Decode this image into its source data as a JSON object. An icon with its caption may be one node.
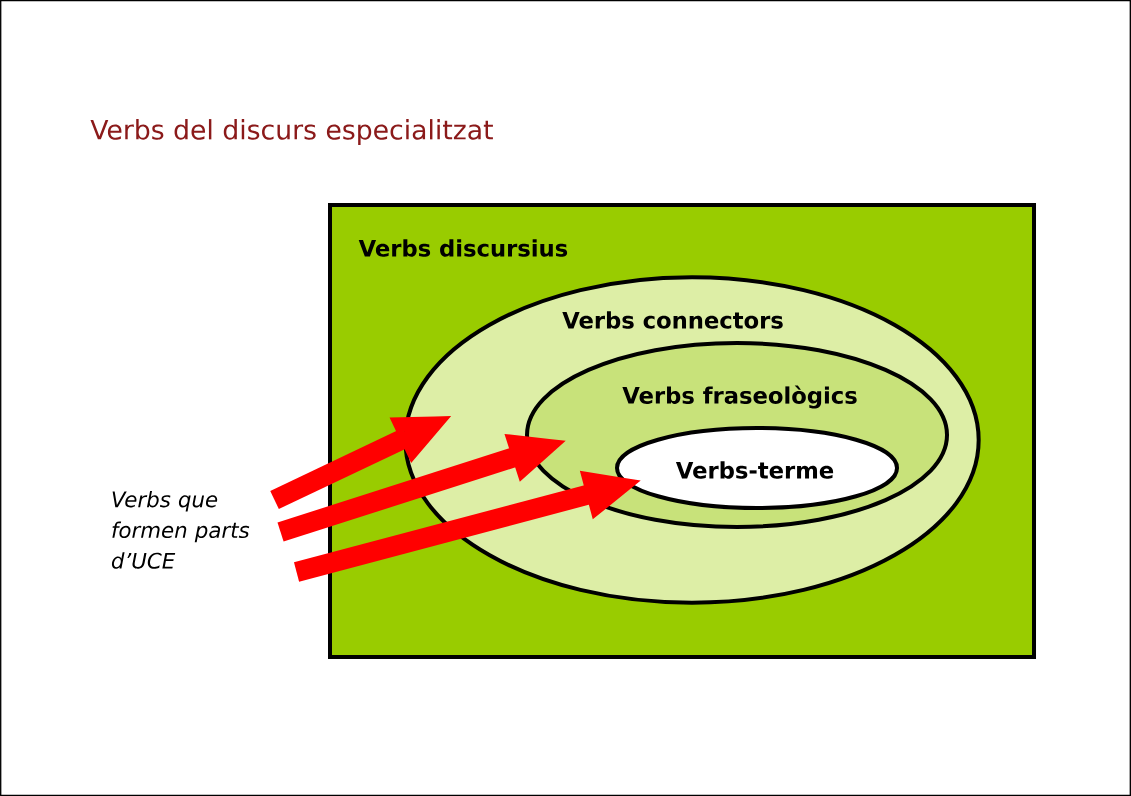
{
  "diagram": {
    "title": "Verbs del discurs especialitzat",
    "nodes": [
      {
        "text": [
          "Verbs discursius"
        ]
      },
      {
        "text": [
          "Verbs connectors"
        ],
        "in": 0
      },
      {
        "text": [
          "Verbs fraseològics"
        ],
        "in": 1
      },
      {
        "text": [
          "Verbs-terme"
        ],
        "in": 2
      },
      {
        "text": [
          "Verbs que formen parts d’UCE"
        ]
      }
    ],
    "edges": [
      {
        "from": 4,
        "to": 1,
        "arrow": "to"
      },
      {
        "from": 4,
        "to": 2,
        "arrow": "to"
      },
      {
        "from": 4,
        "to": 3,
        "arrow": "to"
      }
    ]
  }
}
